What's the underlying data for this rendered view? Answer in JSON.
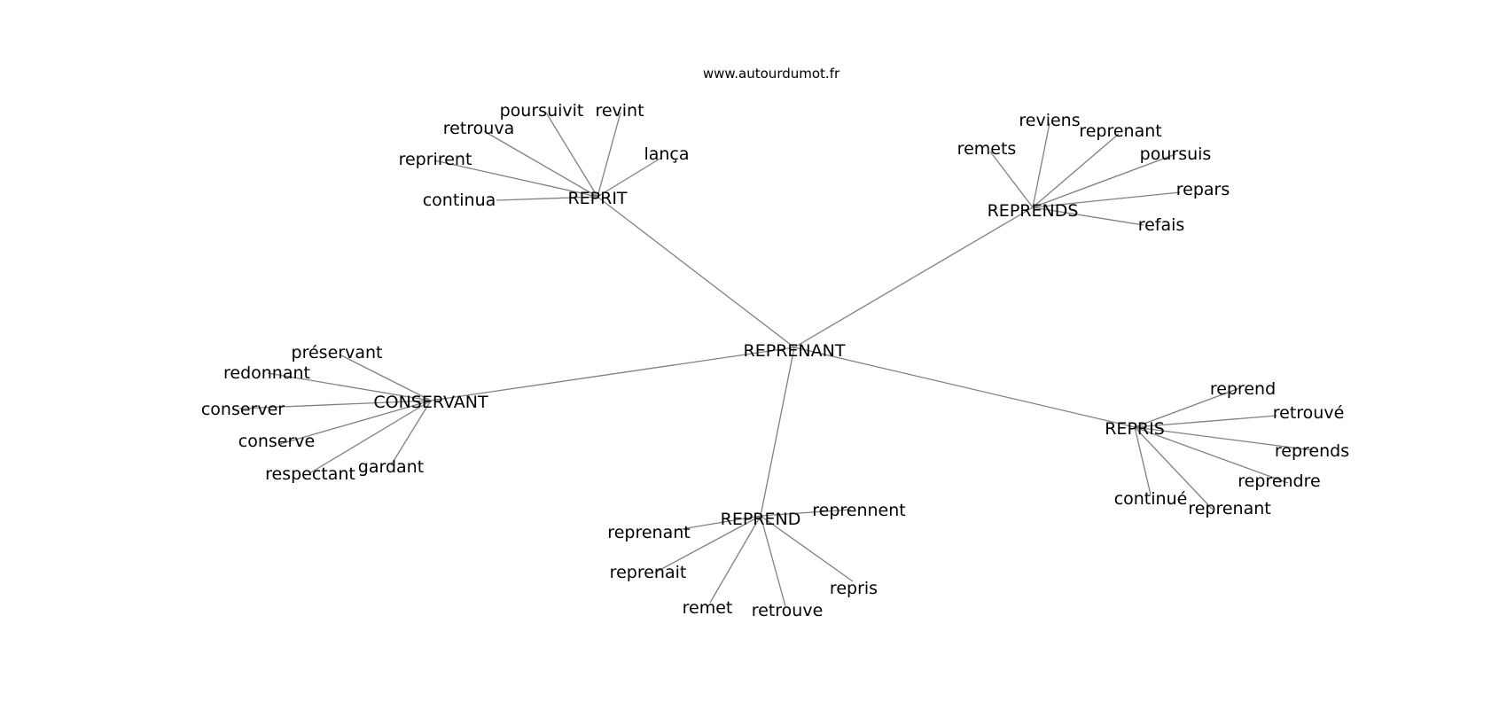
{
  "source": "www.autourdumot.fr",
  "colors": {
    "edge": "#808080",
    "text": "#000000",
    "background": "#ffffff"
  },
  "center": {
    "id": "center",
    "label": "REPRENANT"
  },
  "branches": [
    {
      "id": "b1",
      "label": "REPRIT",
      "leaves": [
        "continua",
        "reprirent",
        "retrouva",
        "poursuivit",
        "revint",
        "lança"
      ]
    },
    {
      "id": "b2",
      "label": "REPRENDS",
      "leaves": [
        "remets",
        "reviens",
        "reprenant",
        "poursuis",
        "repars",
        "refais"
      ]
    },
    {
      "id": "b3",
      "label": "CONSERVANT",
      "leaves": [
        "préservant",
        "redonnant",
        "conserver",
        "conserve",
        "respectant",
        "gardant"
      ]
    },
    {
      "id": "b4",
      "label": "REPRIS",
      "leaves": [
        "reprend",
        "retrouvé",
        "reprends",
        "reprendre",
        "reprenant",
        "continué"
      ]
    },
    {
      "id": "b5",
      "label": "REPREND",
      "leaves": [
        "reprennent",
        "reprenant",
        "reprenait",
        "remet",
        "retrouve",
        "repris"
      ]
    }
  ]
}
